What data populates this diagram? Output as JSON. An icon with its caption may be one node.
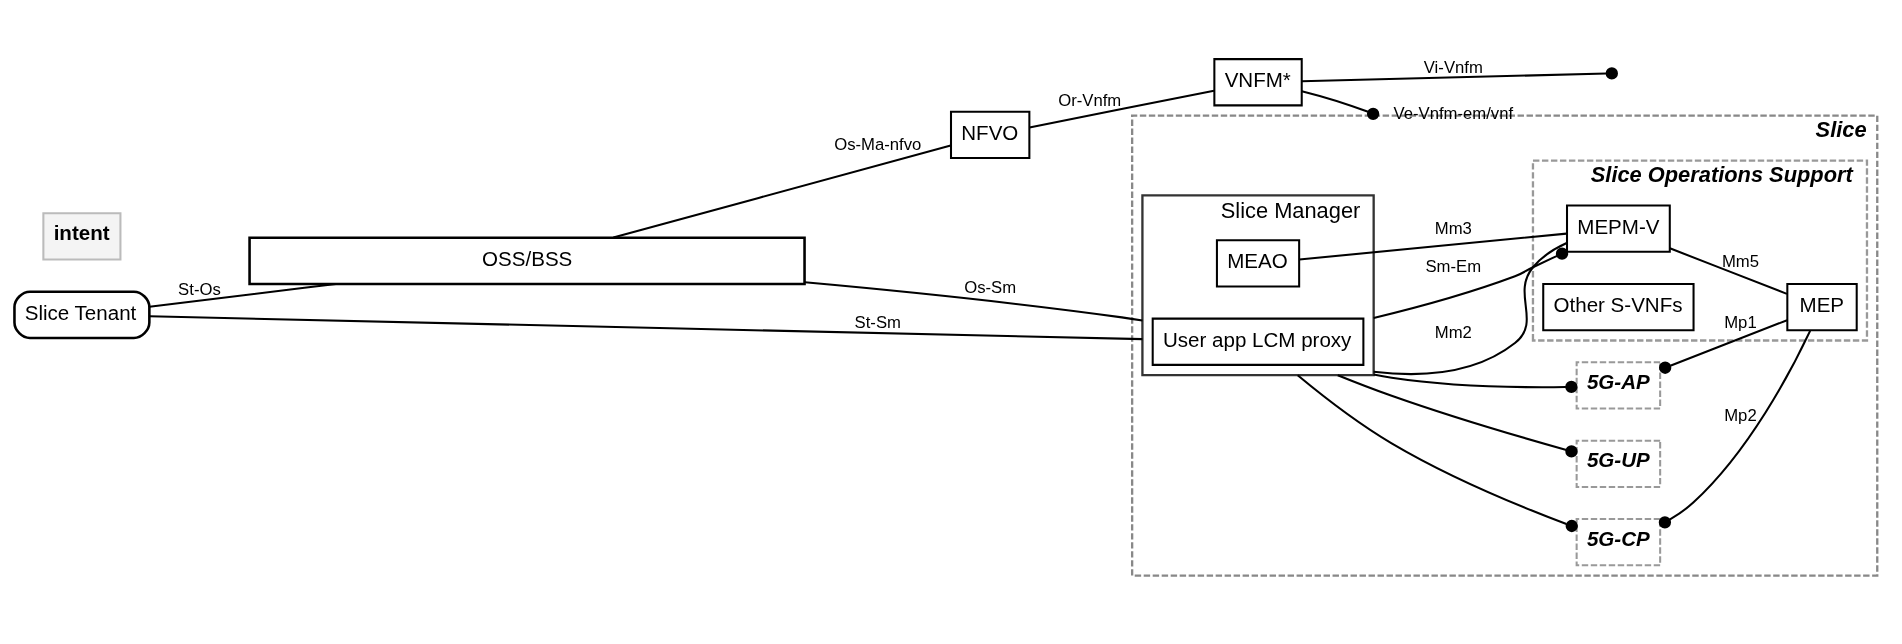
{
  "diagram": {
    "nodes": [
      {
        "text": [
          "Slice Tenant"
        ]
      },
      {
        "text": [
          "OSS/BSS"
        ]
      },
      {
        "text": [
          "intent"
        ]
      },
      {
        "text": [
          "Slice"
        ]
      },
      {
        "text": [
          "Slice Manager"
        ],
        "in": 3
      },
      {
        "text": [
          "User app LCM proxy"
        ],
        "in": 4
      },
      {
        "text": [
          "MEAO"
        ],
        "in": 4
      },
      {
        "text": [
          "5G-AP"
        ],
        "in": 3
      },
      {
        "text": [
          "5G-CP"
        ],
        "in": 3
      },
      {
        "text": [
          "5G-UP"
        ],
        "in": 3
      },
      {
        "text": [
          "Slice Operations Support"
        ],
        "in": 3
      },
      {
        "text": [
          "MEPM-V"
        ],
        "in": 10
      },
      {
        "text": [
          "MEP"
        ],
        "in": 10
      },
      {
        "text": [
          "Other S-VNFs"
        ],
        "in": 10
      },
      {
        "text": [
          "NFVO"
        ]
      },
      {
        "text": [
          "VNFM*"
        ]
      }
    ],
    "edges": [
      {
        "from": 0,
        "to": 1,
        "arrow": "none",
        "label": "St-Os"
      },
      {
        "from": 0,
        "to": 4,
        "arrow": "none",
        "label": "St-Sm"
      },
      {
        "from": 1,
        "to": 4,
        "arrow": "none",
        "label": "Os-Sm"
      },
      {
        "from": 1,
        "to": 14,
        "arrow": "none",
        "label": "Os-Ma-nfvo"
      },
      {
        "from": 6,
        "to": 11,
        "arrow": "none",
        "label": "Mm3"
      },
      {
        "from": 4,
        "to": 11,
        "arrow": "none",
        "label": "Mm2"
      },
      {
        "from": 4,
        "to": 11,
        "arrow": "other",
        "label": "Sm-Em"
      },
      {
        "from": 4,
        "to": 7,
        "arrow": "other"
      },
      {
        "from": 4,
        "to": 8,
        "arrow": "other"
      },
      {
        "from": 4,
        "to": 9,
        "arrow": "other"
      },
      {
        "from": 7,
        "to": 12,
        "arrow": "other",
        "label": "Mp1"
      },
      {
        "from": 8,
        "to": 12,
        "arrow": "other",
        "label": "Mp2"
      },
      {
        "from": 11,
        "to": 12,
        "arrow": "none",
        "label": "Mm5"
      },
      {
        "from": 14,
        "to": 15,
        "arrow": "none",
        "label": "Or-Vnfm"
      },
      {
        "from": 15,
        "to": 3,
        "arrow": "other",
        "label": "Ve-Vnfm-em/vnf"
      },
      {
        "from": 15,
        "to": null,
        "arrow": "other",
        "label": "Vi-Vnfm"
      }
    ]
  }
}
